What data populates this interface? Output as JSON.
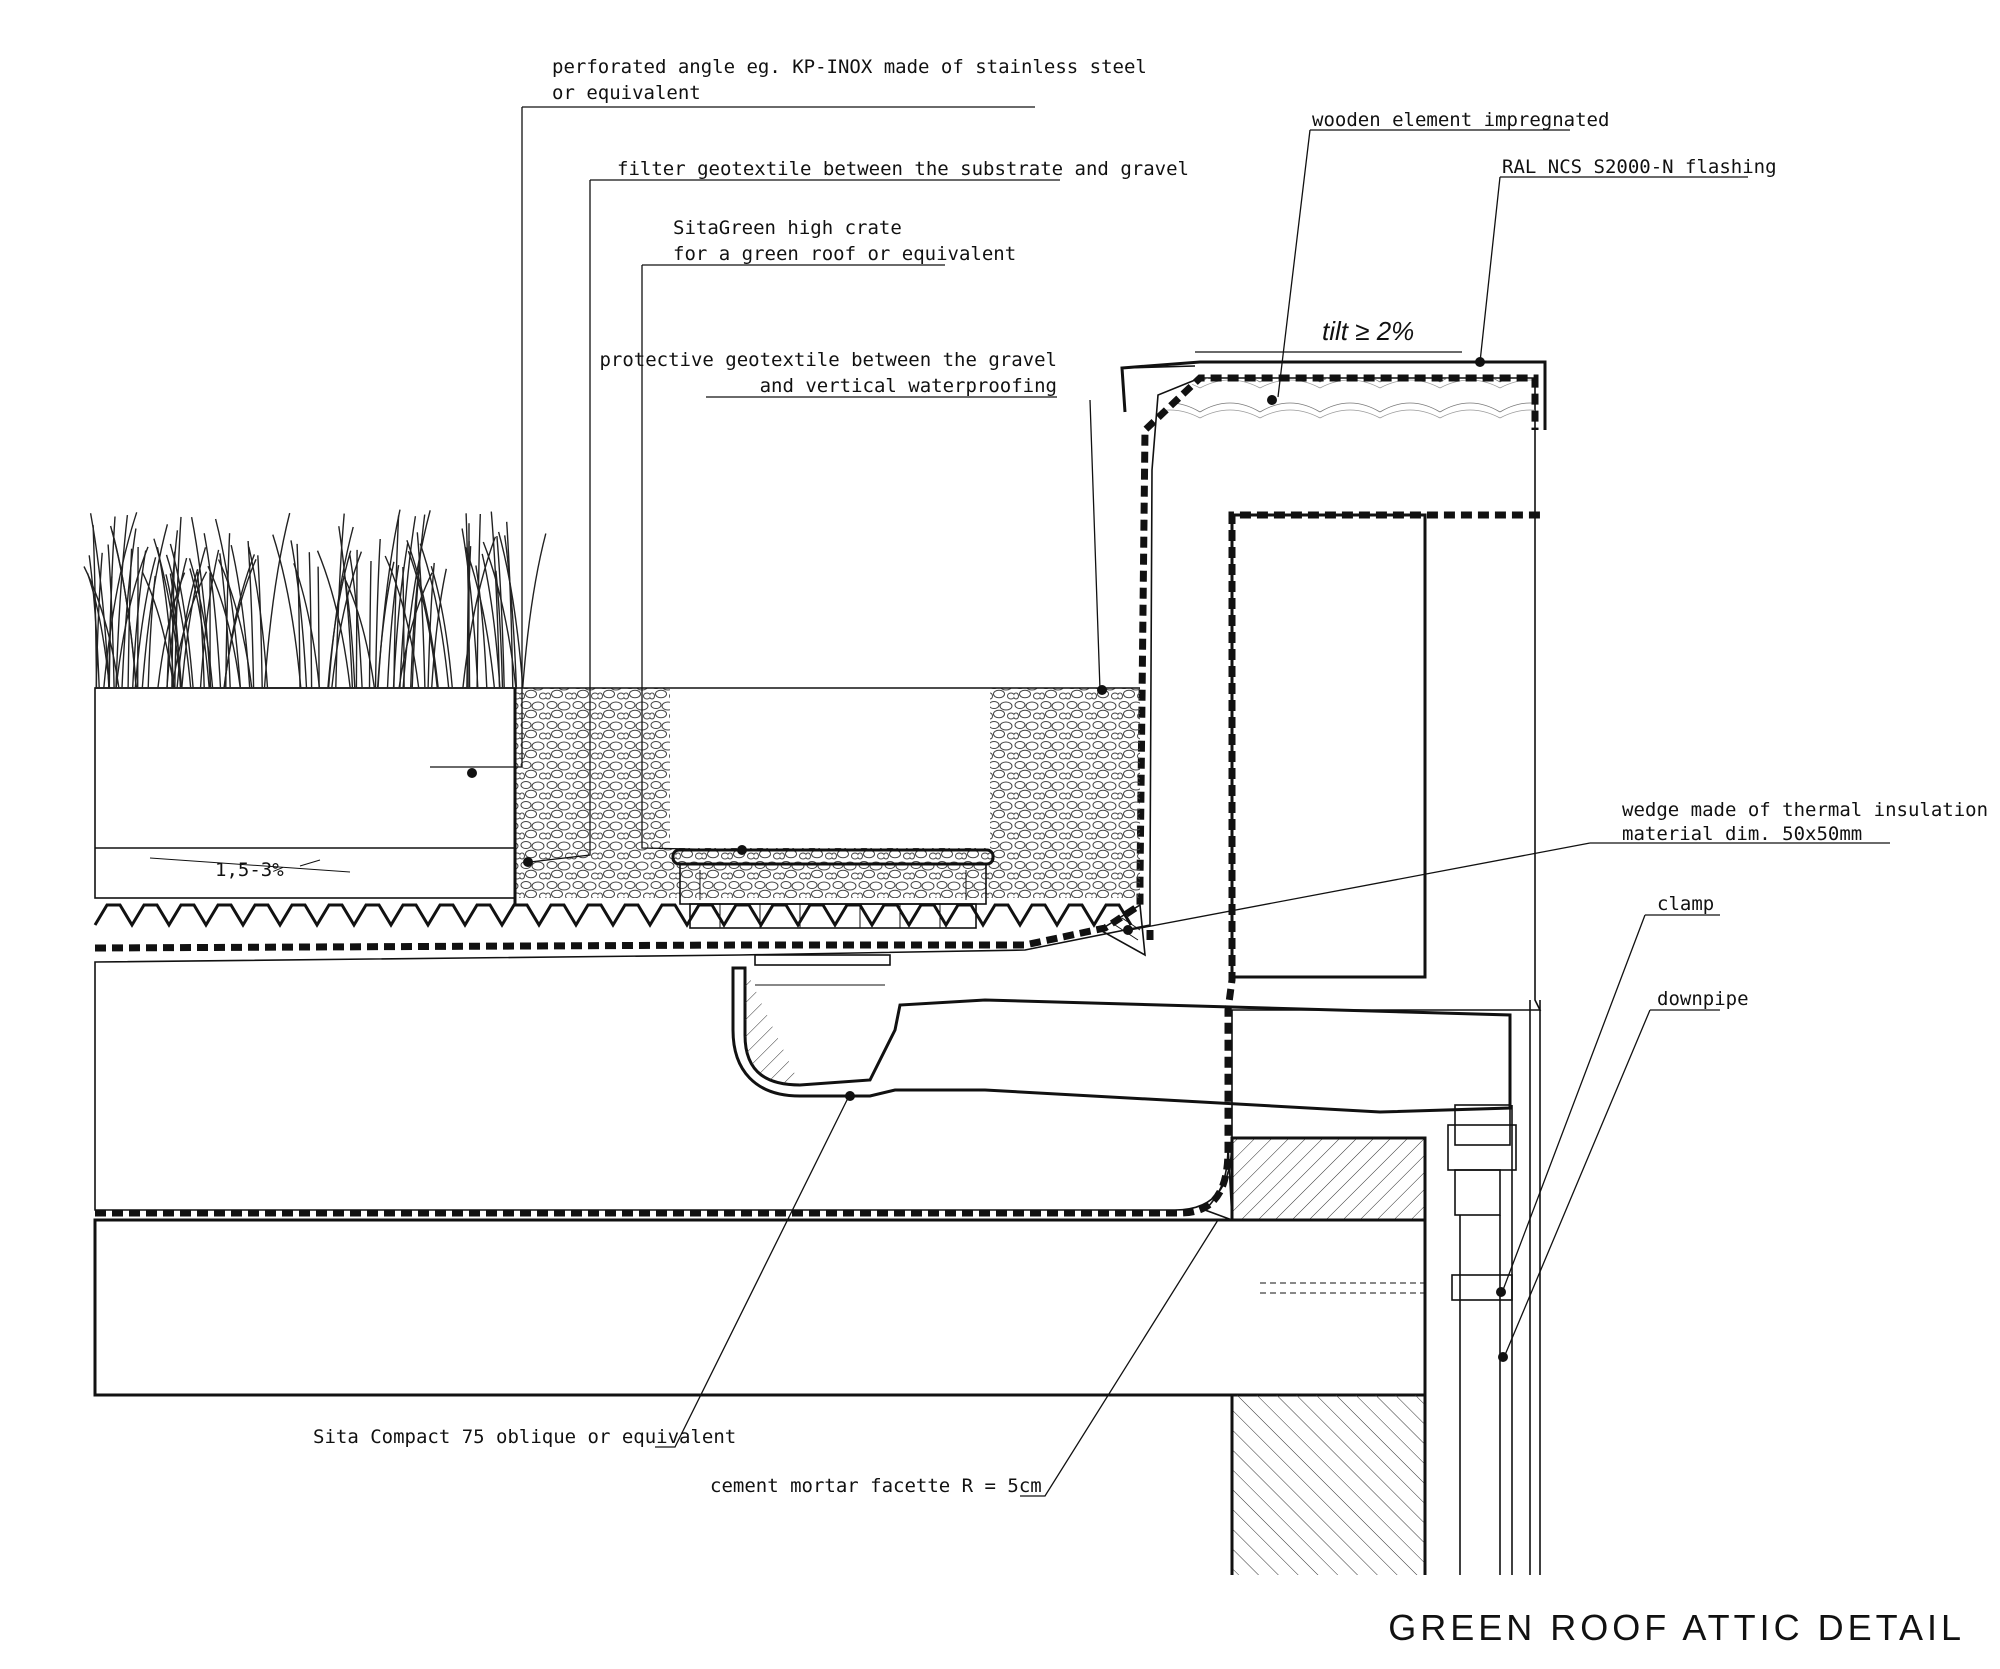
{
  "diagram": {
    "title": "GREEN ROOF ATTIC DETAIL",
    "labels": {
      "perforated_angle_1": "perforated angle eg. KP-INOX made of stainless steel",
      "perforated_angle_2": "or equivalent",
      "filter_geotextile": "filter geotextile between the substrate and gravel",
      "sitagreen_1": "SitaGreen high crate",
      "sitagreen_2": "for a green roof or equivalent",
      "protective_geotextile_1": "protective geotextile between the gravel",
      "protective_geotextile_2": "and vertical waterproofing",
      "wooden_element": "wooden element impregnated",
      "flashing": "RAL NCS S2000-N flashing",
      "tilt": "tilt ≥ 2%",
      "wedge_1": "wedge made of thermal insulation",
      "wedge_2": "material dim. 50x50mm",
      "clamp": "clamp",
      "downpipe": "downpipe",
      "sita_compact": "Sita Compact 75 oblique or equivalent",
      "cement_mortar": "cement mortar facette R = 5cm",
      "slope": "1,5-3%"
    },
    "colors": {
      "line": "#111111",
      "background": "#ffffff"
    }
  }
}
